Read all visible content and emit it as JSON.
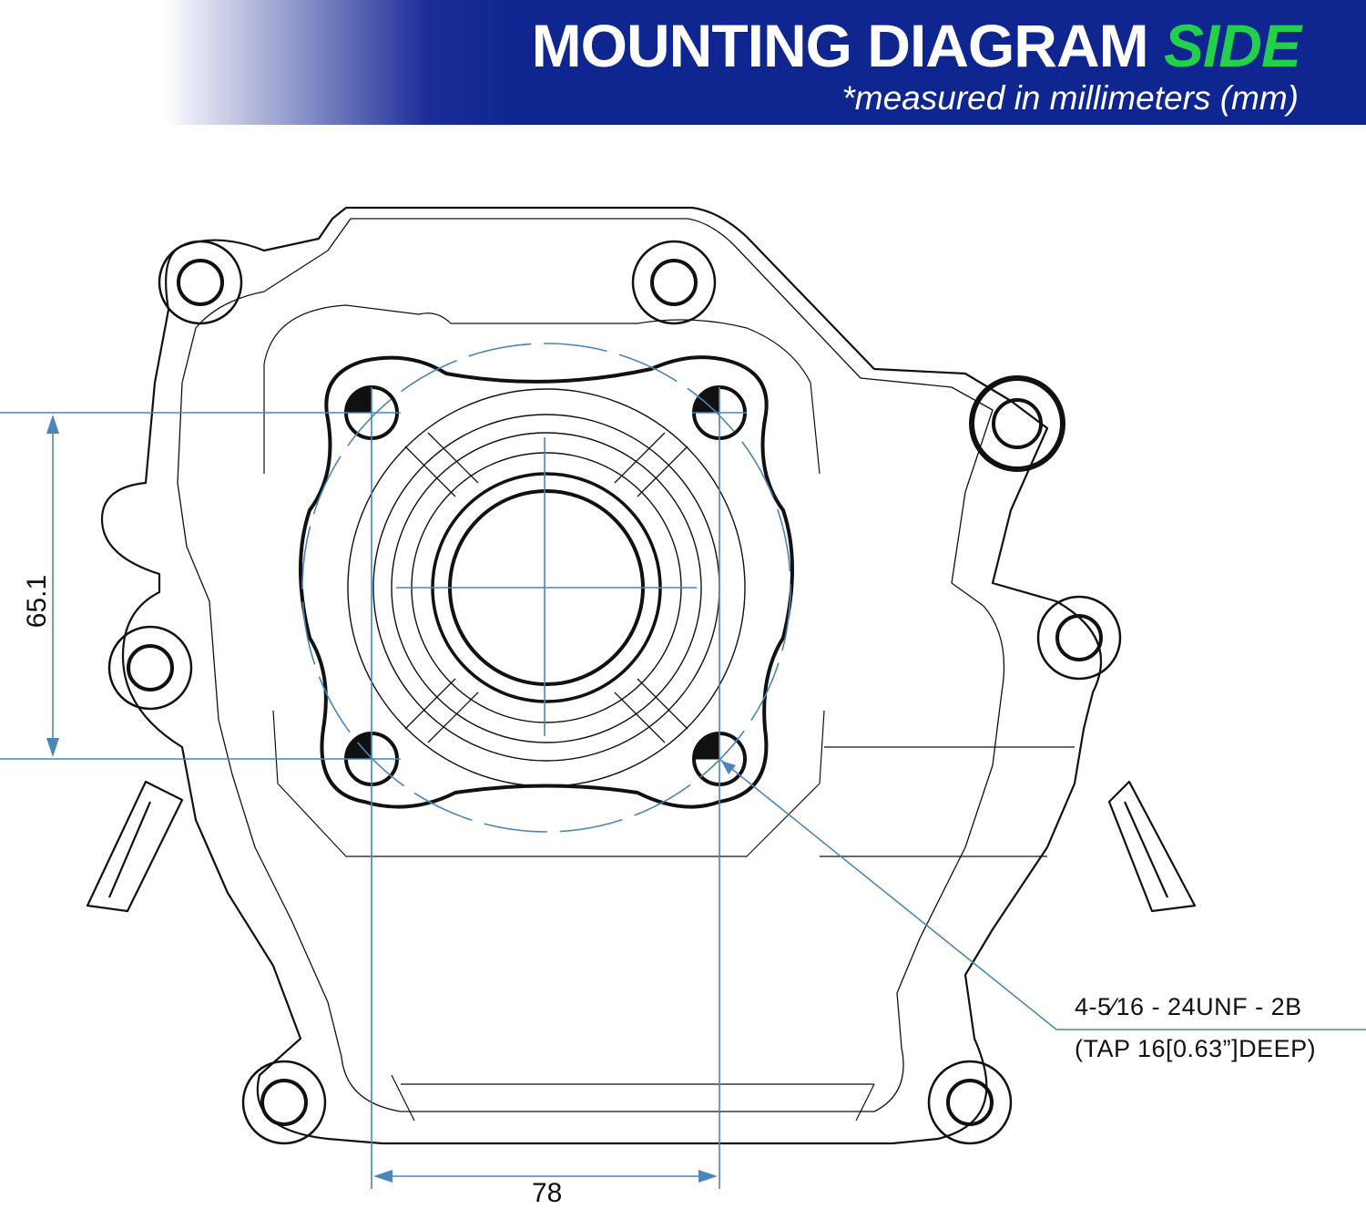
{
  "header": {
    "title_main": "MOUNTING DIAGRAM",
    "title_accent": "SIDE",
    "subtitle": "*measured in millimeters (mm)"
  },
  "dimensions": {
    "vertical": "65.1",
    "horizontal": "78"
  },
  "callout": {
    "line1": "4-5⁄16 - 24UNF - 2B",
    "line2": "(TAP 16[0.63”]DEEP)"
  },
  "colors": {
    "header_blue": "#0f2691",
    "accent_green": "#22d14a",
    "dimension_blue": "#4a86b8",
    "line": "#111111"
  }
}
